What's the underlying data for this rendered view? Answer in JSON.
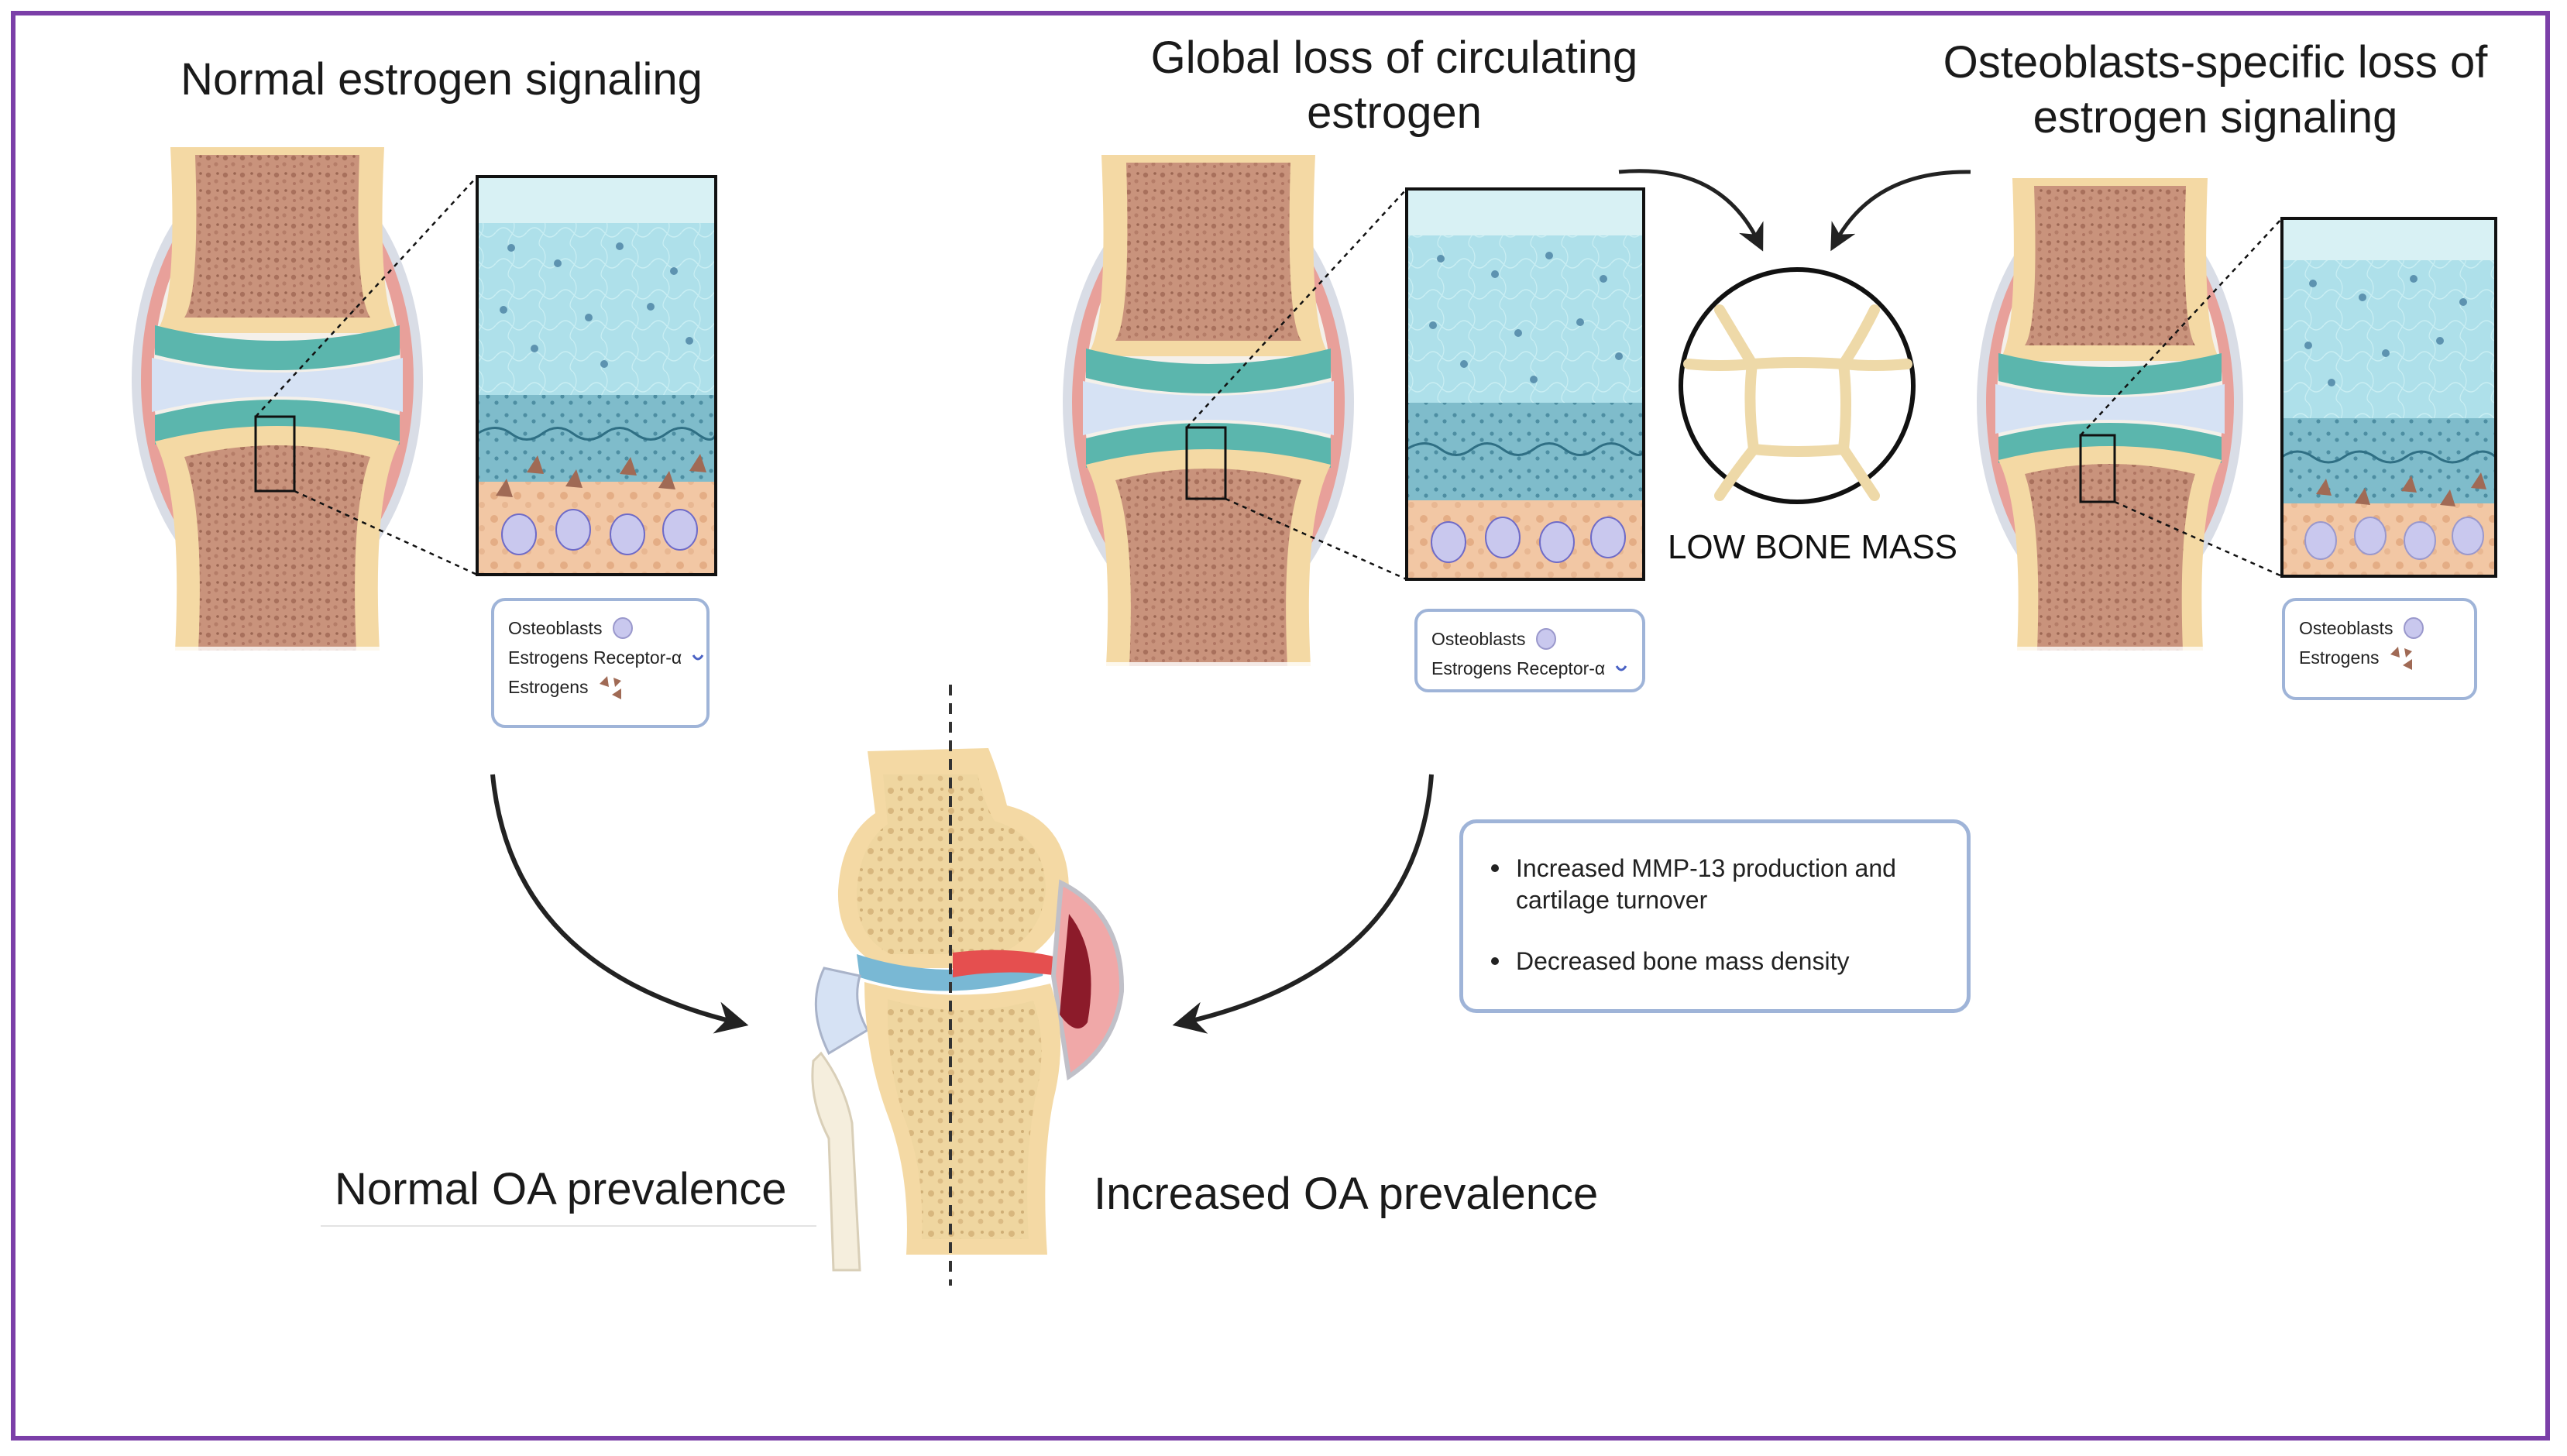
{
  "titles": {
    "normal": "Normal estrogen signaling",
    "global_loss": "Global loss of circulating estrogen",
    "osteoblast_loss": "Osteoblasts-specific loss of estrogen signaling"
  },
  "low_bone_mass": "LOW BONE MASS",
  "legend_normal": {
    "osteoblasts": "Osteoblasts",
    "receptor": "Estrogens Receptor-α",
    "estrogens": "Estrogens"
  },
  "legend_global": {
    "osteoblasts": "Osteoblasts",
    "receptor": "Estrogens Receptor-α"
  },
  "legend_osteoblast": {
    "osteoblasts": "Osteoblasts",
    "estrogens": "Estrogens"
  },
  "effects": [
    "Increased MMP-13 production and cartilage turnover",
    "Decreased bone mass density"
  ],
  "outcomes": {
    "normal": "Normal OA prevalence",
    "increased": "Increased OA prevalence"
  },
  "colors": {
    "frame": "#7B3FA8",
    "bone_marrow": "#c9937c",
    "bone_cortex": "#f4d9a4",
    "cartilage": "#d6e2f4",
    "synovium": "#e8a09a",
    "box_border": "#9fb4d8",
    "inflammation": "#d84f4f"
  }
}
